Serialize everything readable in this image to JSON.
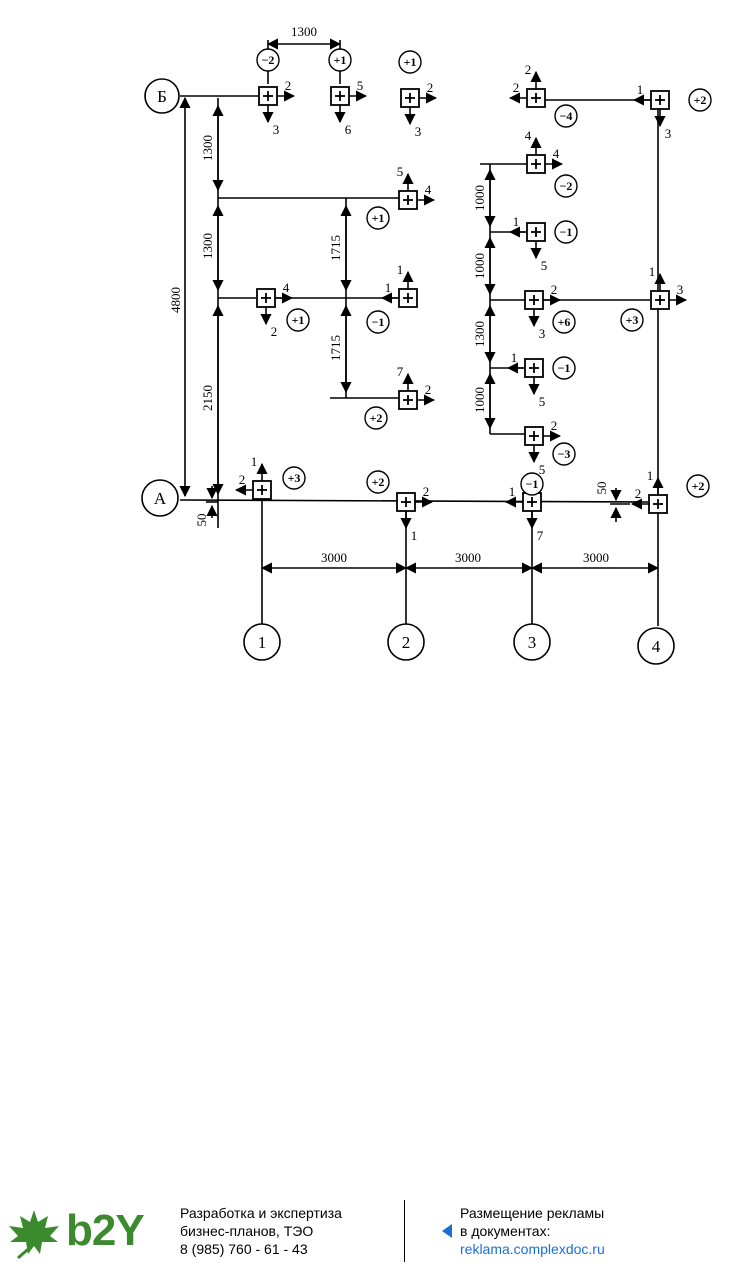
{
  "axes": {
    "a": "А",
    "b": "Б",
    "c1": "1",
    "c2": "2",
    "c3": "3",
    "c4": "4"
  },
  "dims": {
    "d1300_top": "1300",
    "d4800": "4800",
    "dl1300a": "1300",
    "dl1300b": "1300",
    "dl2150": "2150",
    "d50_left": "50",
    "dm1715a": "1715",
    "dm1715b": "1715",
    "dr1000a": "1000",
    "dr1000b": "1000",
    "dr1300": "1300",
    "dr1000c": "1000",
    "d50_right": "50",
    "b3000_1": "3000",
    "b3000_2": "3000",
    "b3000_3": "3000"
  },
  "tags": {
    "n1": "−2",
    "n2": "+1",
    "n3": "+1",
    "n4": "−4",
    "n5": "+2",
    "n6": "+1",
    "n7": "−2",
    "n8": "−1",
    "n9": "+1",
    "n10": "+6",
    "n11": "+3",
    "n12": "−1",
    "n13": "−1",
    "n14": "+2",
    "n15": "−3",
    "n16": "+3",
    "n17": "+2",
    "n18": "−1",
    "n19": "+2"
  },
  "labels": {
    "t1a": "2",
    "t1b": "3",
    "t2a": "5",
    "t2b": "6",
    "t3a": "2",
    "t3b": "3",
    "t4a": "2",
    "t4b": "2",
    "t5a": "1",
    "t5b": "3",
    "t6a": "5",
    "t6b": "4",
    "t7a": "4",
    "t7b": "4",
    "t8a": "1",
    "t8b": "5",
    "t9a": "4",
    "t9b": "2",
    "t10a": "2",
    "t10b": "3",
    "t11a": "1",
    "t11b": "3",
    "t12a": "1",
    "t12b": "1",
    "t13a": "1",
    "t13b": "5",
    "t14a": "7",
    "t14b": "2",
    "t15a": "2",
    "t15b": "5",
    "t16a": "1",
    "t16b": "2",
    "t17a": "2",
    "t17b": "1",
    "t18a": "1",
    "t18b": "7",
    "t19a": "1",
    "t19b": "2"
  },
  "footer": {
    "logo": "b2Y",
    "left_line1": "Разработка и экспертиза",
    "left_line2": "бизнес-планов, ТЭО",
    "left_line3": "8 (985) 760 - 61 - 43",
    "right_line1": "Размещение рекламы",
    "right_line2": "в документах:",
    "right_link": "reklama.complexdoc.ru"
  }
}
